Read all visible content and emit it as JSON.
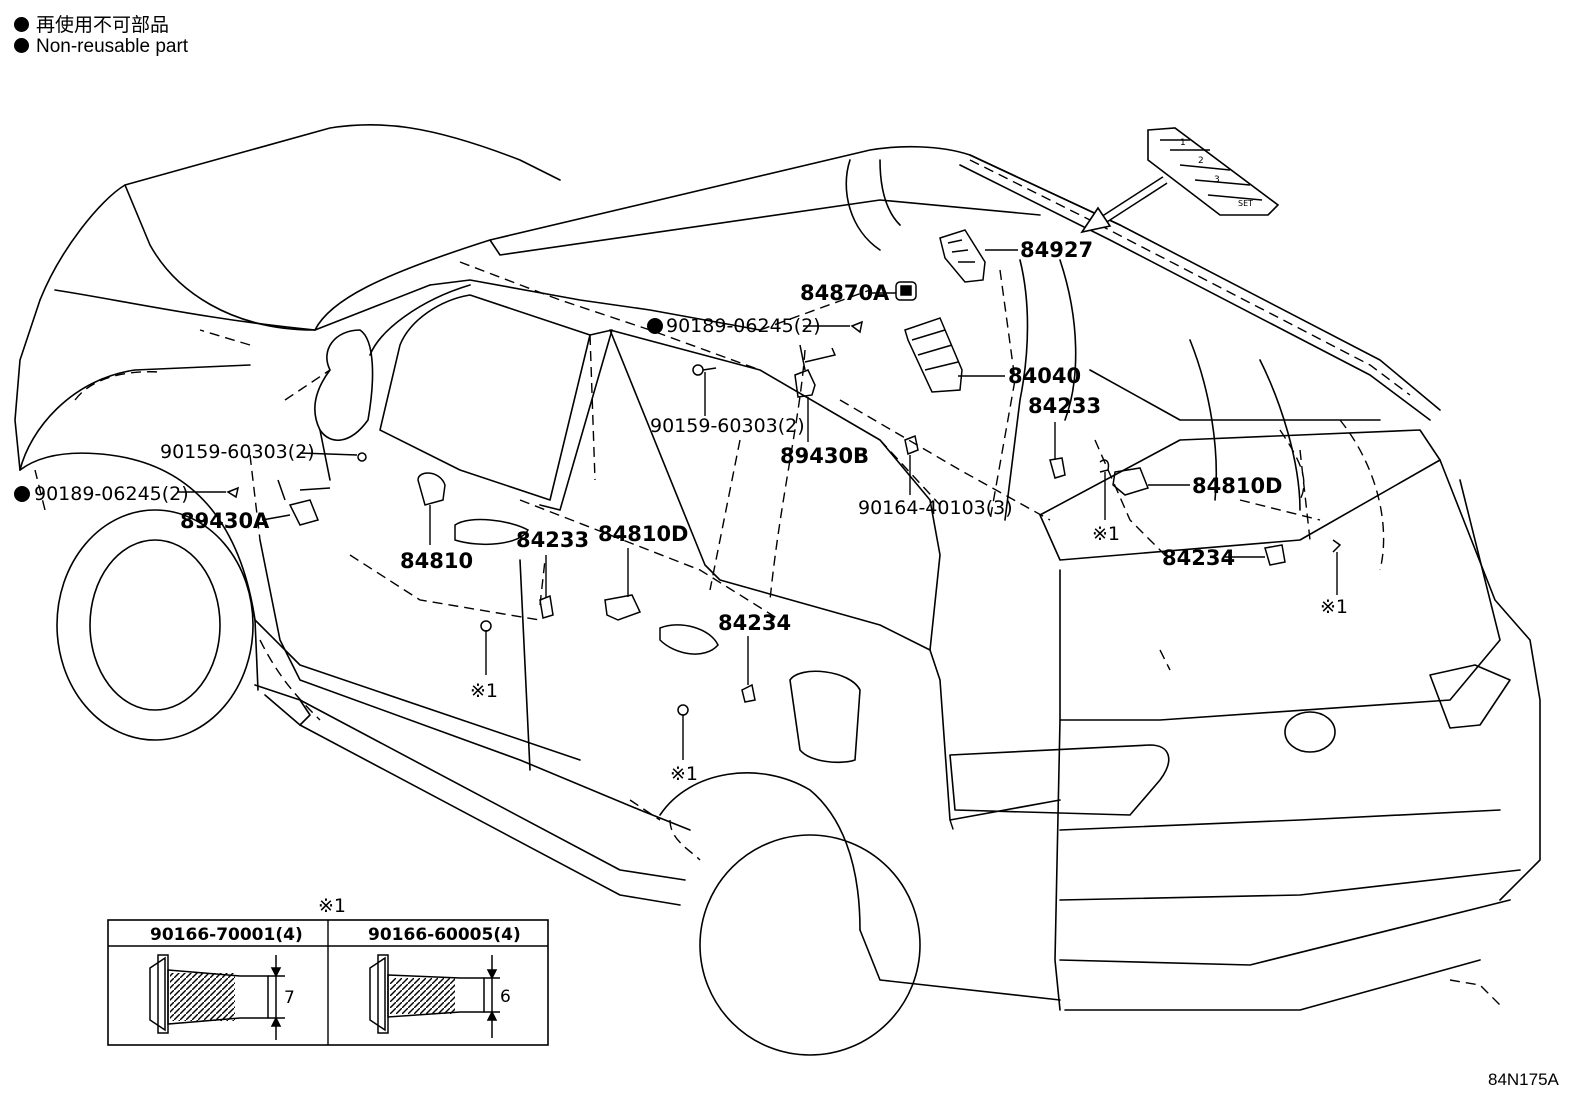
{
  "legend": {
    "line1": "再使用不可部品",
    "line2": "Non-reusable part"
  },
  "labels": {
    "p84927": "84927",
    "p84870A": "84870A",
    "p90189_top": "90189-06245(2)",
    "p90159_mid": "90159-60303(2)",
    "p84040": "84040",
    "p84233_r": "84233",
    "p89430B": "89430B",
    "p90164": "90164-40103(3)",
    "p84810D_r": "84810D",
    "p84234_r": "84234",
    "p90159_left": "90159-60303(2)",
    "p90189_left": "90189-06245(2)",
    "p89430A": "89430A",
    "p84810": "84810",
    "p84233_m": "84233",
    "p84810D_m": "84810D",
    "p84234_m": "84234",
    "ref1_a": "※1",
    "ref1_b": "※1",
    "ref1_c": "※1",
    "ref1_d": "※1"
  },
  "table": {
    "ref": "※1",
    "col1": "90166-70001(4)",
    "col2": "90166-60005(4)",
    "dim1": "7",
    "dim2": "6"
  },
  "drawing_code": "84N175A"
}
